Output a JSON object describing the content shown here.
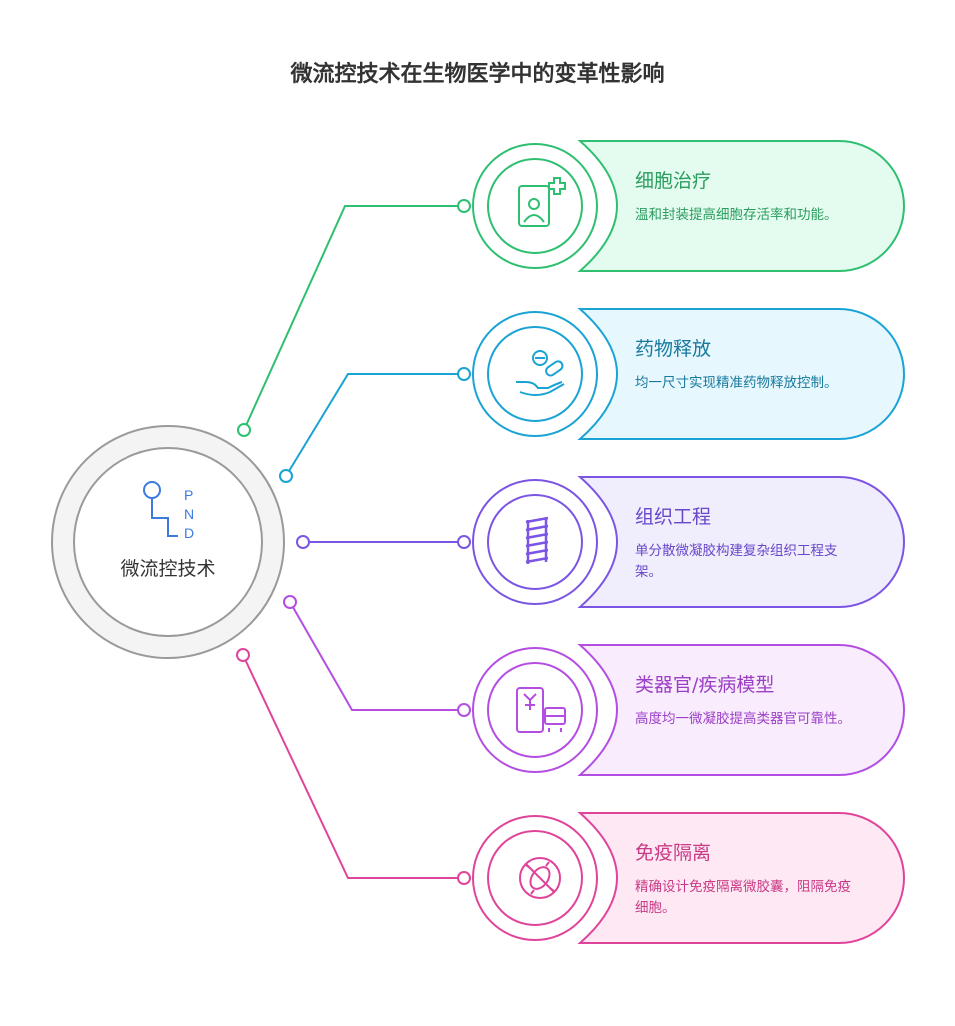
{
  "title": "微流控技术在生物医学中的变革性影响",
  "center": {
    "label": "微流控技术",
    "icon": "gear-shift-icon",
    "color": "#3b7be0"
  },
  "items": [
    {
      "title": "细胞治疗",
      "description": "温和封装提高细胞存活率和功能。",
      "icon": "patient-plus-icon",
      "color": "#2fbf71",
      "text_color": "#2a9d5f",
      "fill": "#e4fcef"
    },
    {
      "title": "药物释放",
      "description": "均一尺寸实现精准药物释放控制。",
      "icon": "hand-pills-icon",
      "color": "#1aa3d4",
      "text_color": "#17799e",
      "fill": "#e6f7fd"
    },
    {
      "title": "组织工程",
      "description": "单分散微凝胶构建复杂组织工程支架。",
      "icon": "scaffold-icon",
      "color": "#7b55e3",
      "text_color": "#6847c9",
      "fill": "#f0edfd"
    },
    {
      "title": "类器官/疾病模型",
      "description": "高度均一微凝胶提高类器官可靠性。",
      "icon": "device-icon",
      "color": "#b44ee3",
      "text_color": "#9b3fc6",
      "fill": "#f9ecfd"
    },
    {
      "title": "免疫隔离",
      "description": "精确设计免疫隔离微胶囊，阻隔免疫细胞。",
      "icon": "no-bacteria-icon",
      "color": "#e0449a",
      "text_color": "#c93a86",
      "fill": "#fde8f3"
    }
  ]
}
